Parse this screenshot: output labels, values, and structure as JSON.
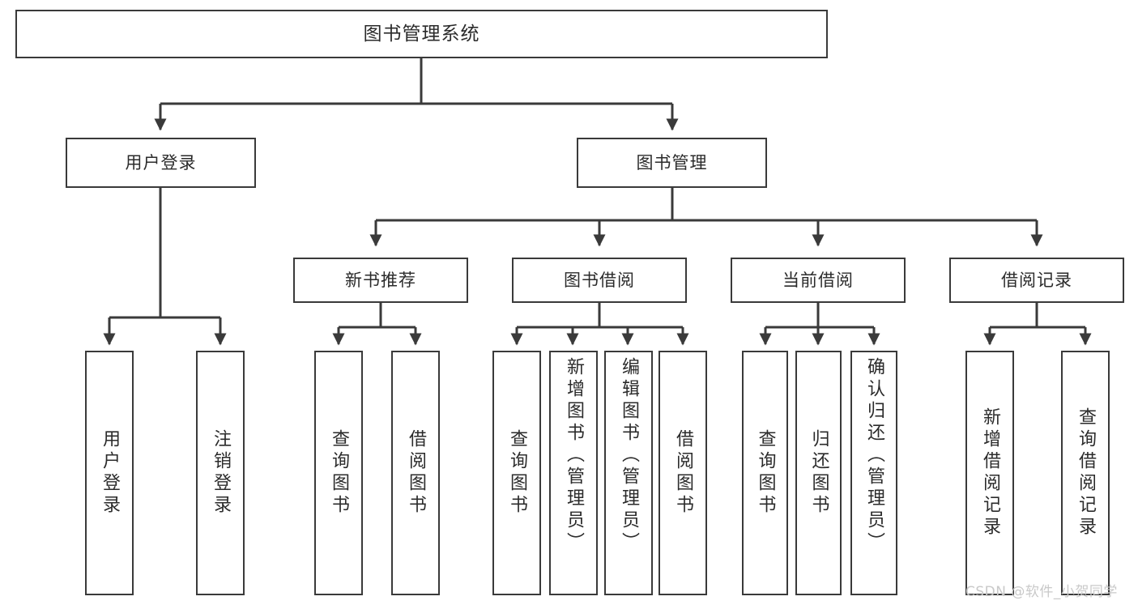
{
  "diagram": {
    "title": "图书管理系统",
    "type": "tree-hierarchy",
    "watermark": "CSDN @软件_小贺同学",
    "colors": {
      "stroke": "#3a3a3a",
      "text": "#2b2b2b",
      "background": "#ffffff",
      "watermark": "#c9c9c9"
    },
    "nodes": {
      "root": {
        "label": "图书管理系统"
      },
      "level2": [
        {
          "label": "用户登录"
        },
        {
          "label": "图书管理"
        }
      ],
      "level3": [
        {
          "label": "新书推荐"
        },
        {
          "label": "图书借阅"
        },
        {
          "label": "当前借阅"
        },
        {
          "label": "借阅记录"
        }
      ],
      "leaves": {
        "user_login": [
          {
            "label": "用户登录",
            "align": "middle"
          },
          {
            "label": "注销登录",
            "align": "middle"
          }
        ],
        "new_book": [
          {
            "label": "查询图书",
            "align": "middle"
          },
          {
            "label": "借阅图书",
            "align": "middle"
          }
        ],
        "book_borrow": [
          {
            "label": "查询图书",
            "align": "middle"
          },
          {
            "label": "新增图书（管理员）",
            "align": "top"
          },
          {
            "label": "编辑图书（管理员）",
            "align": "top"
          },
          {
            "label": "借阅图书",
            "align": "middle"
          }
        ],
        "current_borrow": [
          {
            "label": "查询图书",
            "align": "middle"
          },
          {
            "label": "归还图书",
            "align": "middle"
          },
          {
            "label": "确认归还（管理员）",
            "align": "top"
          }
        ],
        "borrow_record": [
          {
            "label": "新增借阅记录",
            "align": "middle"
          },
          {
            "label": "查询借阅记录",
            "align": "middle"
          }
        ]
      }
    }
  }
}
